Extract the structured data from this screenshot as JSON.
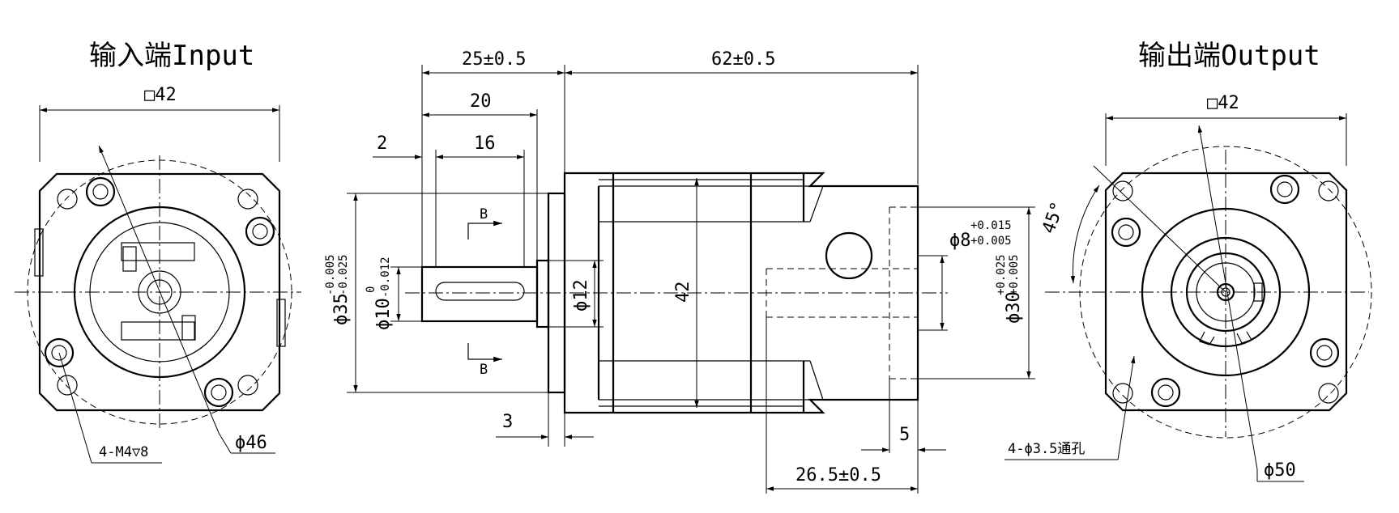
{
  "input_view": {
    "title": "输入端Input",
    "square_label": "□42",
    "thread_label": "4-M4▽8",
    "pcd_label": "ϕ46"
  },
  "side_view": {
    "dim_25": "25±0.5",
    "dim_62": "62±0.5",
    "dim_20": "20",
    "dim_16": "16",
    "dim_2": "2",
    "dim_3": "3",
    "dim_5": "5",
    "dim_26_5": "26.5±0.5",
    "dim_42": "42",
    "dia_12": "ϕ12",
    "dia_35": "ϕ35",
    "dia_35_tol_upper": "-0.005",
    "dia_35_tol_lower": "-0.025",
    "dia_10": "ϕ10",
    "dia_10_tol_upper": "0",
    "dia_10_tol_lower": "-0.012",
    "dia_8": "ϕ8",
    "dia_8_tol_upper": "+0.015",
    "dia_8_tol_lower": "+0.005",
    "dia_30": "ϕ30",
    "dia_30_tol_upper": "+0.025",
    "dia_30_tol_lower": "+0.005",
    "section_mark": "B"
  },
  "output_view": {
    "title": "输出端Output",
    "square_label": "□42",
    "angle_label": "45°",
    "hole_label": "4-ϕ3.5通孔",
    "pcd_label": "ϕ50"
  }
}
